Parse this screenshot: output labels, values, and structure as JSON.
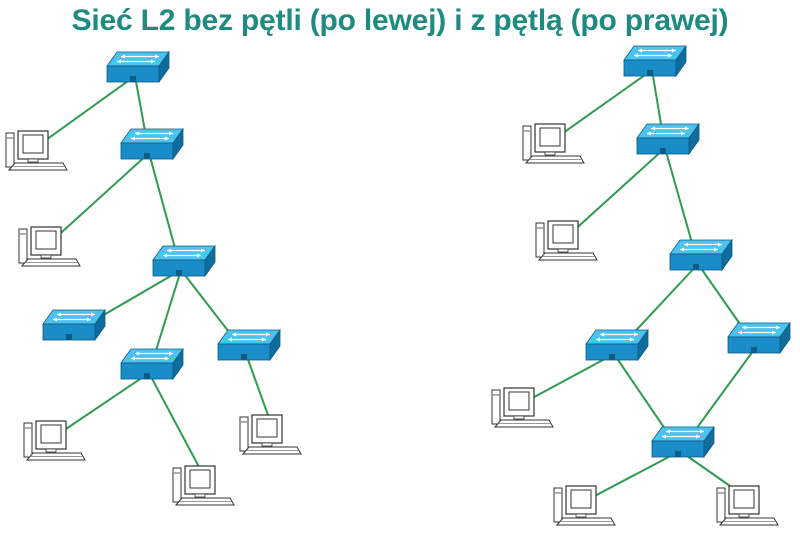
{
  "title": "Sieć L2 bez pętli (po lewej) i z pętlą (po prawej)",
  "colors": {
    "title": "#1e8a80",
    "link": "#2e9b4e",
    "switch_top": "#4cc3ec",
    "switch_front": "#1a8cc8",
    "switch_side": "#0f6d9e",
    "switch_edge": "#0d5c86",
    "arrow": "#ffffff",
    "pc_outline": "#333333",
    "pc_fill": "#ffffff"
  },
  "networks": [
    {
      "id": "left",
      "description_key": "bez-petli",
      "switches": [
        {
          "id": "L-S1"
        },
        {
          "id": "L-S2"
        },
        {
          "id": "L-S3"
        },
        {
          "id": "L-S4"
        },
        {
          "id": "L-S5"
        },
        {
          "id": "L-S6"
        }
      ],
      "pcs": [
        {
          "id": "L-PC1"
        },
        {
          "id": "L-PC2"
        },
        {
          "id": "L-PC3"
        },
        {
          "id": "L-PC4"
        },
        {
          "id": "L-PC5"
        }
      ],
      "links": [
        [
          "L-S1",
          "L-PC1"
        ],
        [
          "L-S1",
          "L-S2"
        ],
        [
          "L-S2",
          "L-PC2"
        ],
        [
          "L-S2",
          "L-S3"
        ],
        [
          "L-S3",
          "L-S4"
        ],
        [
          "L-S3",
          "L-S5"
        ],
        [
          "L-S3",
          "L-S6"
        ],
        [
          "L-S5",
          "L-PC3"
        ],
        [
          "L-S5",
          "L-PC4"
        ],
        [
          "L-S6",
          "L-PC5"
        ]
      ]
    },
    {
      "id": "right",
      "description_key": "z-petla",
      "switches": [
        {
          "id": "R-S1"
        },
        {
          "id": "R-S2"
        },
        {
          "id": "R-S3"
        },
        {
          "id": "R-S4"
        },
        {
          "id": "R-S5"
        },
        {
          "id": "R-S6"
        }
      ],
      "pcs": [
        {
          "id": "R-PC1"
        },
        {
          "id": "R-PC2"
        },
        {
          "id": "R-PC3"
        },
        {
          "id": "R-PC4"
        },
        {
          "id": "R-PC5"
        }
      ],
      "links": [
        [
          "R-S1",
          "R-PC1"
        ],
        [
          "R-S1",
          "R-S2"
        ],
        [
          "R-S2",
          "R-PC2"
        ],
        [
          "R-S2",
          "R-S3"
        ],
        [
          "R-S3",
          "R-S4"
        ],
        [
          "R-S3",
          "R-S5"
        ],
        [
          "R-S4",
          "R-PC3"
        ],
        [
          "R-S4",
          "R-S6"
        ],
        [
          "R-S5",
          "R-S6"
        ],
        [
          "R-S6",
          "R-PC4"
        ],
        [
          "R-S6",
          "R-PC5"
        ]
      ]
    }
  ]
}
